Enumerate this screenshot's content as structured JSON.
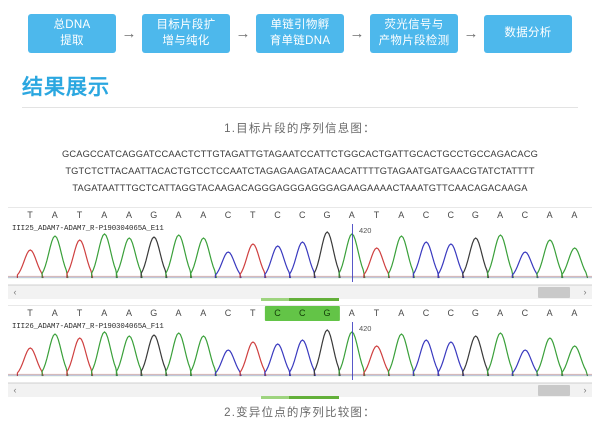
{
  "flow": {
    "steps": [
      {
        "lines": [
          "总DNA",
          "提取"
        ]
      },
      {
        "lines": [
          "目标片段扩",
          "增与纯化"
        ]
      },
      {
        "lines": [
          "单链引物孵",
          "育单链DNA"
        ]
      },
      {
        "lines": [
          "荧光信号与",
          "产物片段检测"
        ]
      },
      {
        "lines": [
          "数据分析"
        ]
      }
    ],
    "arrow": "→",
    "box_color": "#4DB8EC",
    "text_color": "#ffffff"
  },
  "section": {
    "title": "结果展示",
    "title_color": "#2BA7E0"
  },
  "captions": {
    "top": "1.目标片段的序列信息图：",
    "bottom": "2.变异位点的序列比较图："
  },
  "sequence": {
    "lines": [
      "GCAGCCATCAGGATCCAACTCTTGTAGATTGTAGAATCCATTCTGGCACTGATTGCACTGCCTGCCAGACACG",
      "TGTCTCTTACAATTACACTGTCCTCCAATCTAGAGAAGATACAACATTTTGTAGAATGATGAACGTATCTATTTT",
      "TAGATAATTTGCTCATTAGGTACAAGACAGGGAGGGAGGGAGAAGAAAACTAAATGTTCAACAGACAAGA"
    ]
  },
  "chromatograms": [
    {
      "sample_id": "III25_ADAM7-ADAM7_R-P190304065A_E11",
      "position_label": "420",
      "position_index": 13,
      "bases": [
        "T",
        "A",
        "T",
        "A",
        "A",
        "G",
        "A",
        "A",
        "C",
        "T",
        "C",
        "C",
        "G",
        "A",
        "T",
        "A",
        "C",
        "C",
        "G",
        "A",
        "C",
        "A",
        "A"
      ],
      "highlight": [],
      "scroll": {
        "left_arrow": "‹",
        "right_arrow": "›"
      }
    },
    {
      "sample_id": "III26_ADAM7-ADAM7_R-P190304065A_F11",
      "position_label": "420",
      "position_index": 13,
      "bases": [
        "T",
        "A",
        "T",
        "A",
        "A",
        "G",
        "A",
        "A",
        "C",
        "T",
        "C",
        "C",
        "G",
        "A",
        "T",
        "A",
        "C",
        "C",
        "G",
        "A",
        "C",
        "A",
        "A"
      ],
      "highlight": [
        10,
        11,
        12
      ],
      "scroll": {
        "left_arrow": "‹",
        "right_arrow": "›"
      }
    }
  ],
  "base_colors": {
    "A": "#3aa03a",
    "C": "#3a3abf",
    "G": "#3a3a3a",
    "T": "#cf4040"
  },
  "highlight_color": "#63C447",
  "progress_colors": {
    "light": "#9ed47f",
    "dark": "#63b03a"
  }
}
